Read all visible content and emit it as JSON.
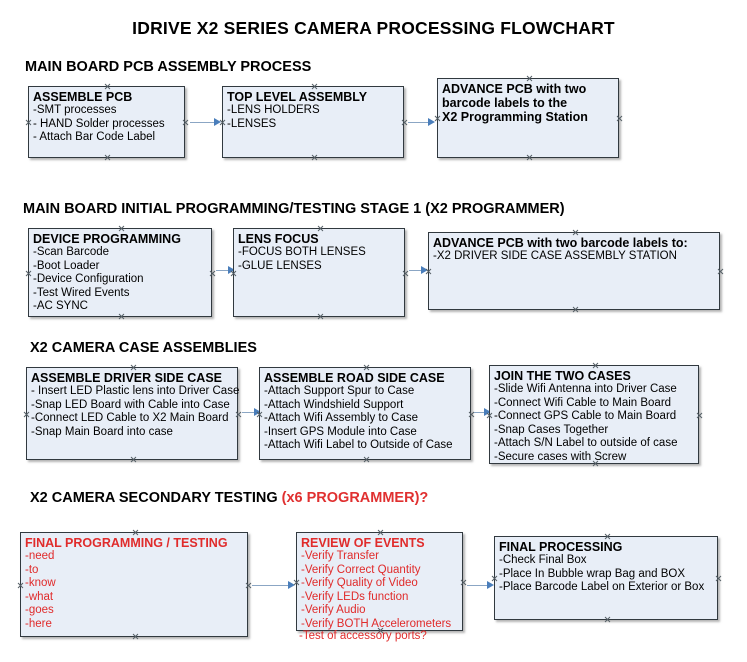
{
  "document": {
    "title": "IDRIVE X2  SERIES CAMERA PROCESSING FLOWCHART"
  },
  "colors": {
    "node_fill": "#e8eef7",
    "node_border": "#31393f",
    "connector": "#8ba6c4",
    "arrow": "#4a7ebb",
    "red_accent": "#e02b2b",
    "text": "#000000"
  },
  "sections": [
    {
      "id": "main-board-pcb-assembly-process",
      "header": "MAIN BOARD PCB ASSEMBLY PROCESS",
      "header_accent": "",
      "nodes": [
        {
          "id": "assemble-pcb",
          "title": "ASSEMBLE PCB",
          "lines": [
            "-SMT processes",
            "- HAND Solder processes",
            "- Attach Bar Code Label"
          ]
        },
        {
          "id": "top-level-assembly",
          "title": "TOP LEVEL ASSEMBLY",
          "lines": [
            "-LENS HOLDERS",
            "-LENSES"
          ]
        },
        {
          "id": "advance-pcb-to-x2-programming-station",
          "title": "ADVANCE PCB with two\nbarcode labels to the\n X2 Programming Station",
          "lines": []
        }
      ]
    },
    {
      "id": "main-board-initial-programming-testing-stage-1",
      "header": "MAIN BOARD INITIAL PROGRAMMING/TESTING STAGE 1 (X2 PROGRAMMER)",
      "header_accent": "",
      "nodes": [
        {
          "id": "device-programming",
          "title": "DEVICE PROGRAMMING",
          "lines": [
            "-Scan Barcode",
            "-Boot Loader",
            "-Device Configuration",
            "-Test Wired Events",
            "-AC SYNC"
          ]
        },
        {
          "id": "lens-focus",
          "title": "LENS FOCUS",
          "lines": [
            "-FOCUS BOTH LENSES",
            "-GLUE LENSES"
          ]
        },
        {
          "id": "advance-pcb-to-driver-side-case-assembly",
          "title": "ADVANCE PCB with two barcode labels to:",
          "lines": [
            "-X2 DRIVER  SIDE  CASE  ASSEMBLY STATION"
          ]
        }
      ]
    },
    {
      "id": "x2-camera-case-assemblies",
      "header": "X2 CAMERA CASE ASSEMBLIES",
      "header_accent": "",
      "nodes": [
        {
          "id": "assemble-driver-side-case",
          "title": "ASSEMBLE DRIVER SIDE CASE",
          "lines": [
            "- Insert LED Plastic lens into Driver Case",
            "-Snap LED Board with Cable into Case",
            "-Connect LED Cable to X2 Main Board",
            "-Snap Main Board into case"
          ]
        },
        {
          "id": "assemble-road-side-case",
          "title": "ASSEMBLE ROAD SIDE CASE",
          "lines": [
            "-Attach Support Spur to Case",
            "-Attach Windshield Support",
            "-Attach Wifi Assembly to Case",
            "-Insert GPS Module into Case",
            "-Attach Wifi Label to Outside of Case"
          ]
        },
        {
          "id": "join-the-two-cases",
          "title": "JOIN THE TWO CASES",
          "lines": [
            "-Slide Wifi Antenna into Driver Case",
            "-Connect Wifi Cable to Main Board",
            "-Connect GPS Cable to Main Board",
            "-Snap Cases Together",
            "-Attach S/N Label to outside of case",
            "-Secure cases with Screw"
          ]
        }
      ]
    },
    {
      "id": "x2-camera-secondary-testing",
      "header": "X2 CAMERA SECONDARY TESTING ",
      "header_accent": "(x6 PROGRAMMER)?",
      "nodes": [
        {
          "id": "final-programming-testing",
          "title": "FINAL PROGRAMMING / TESTING",
          "lines": [
            "-need",
            "-to",
            "-know",
            "-what",
            "-goes",
            "-here"
          ]
        },
        {
          "id": "review-of-events",
          "title": "REVIEW OF EVENTS",
          "lines": [
            "-Verify Transfer",
            "-Verify Correct Quantity",
            "-Verify Quality of Video",
            "-Verify LEDs function",
            "-Verify Audio",
            "-Verify BOTH Accelerometers"
          ],
          "overflow_line": "-Test of accessory ports?"
        },
        {
          "id": "final-processing",
          "title": "FINAL PROCESSING",
          "lines": [
            " -Check Final Box",
            "-Place In Bubble wrap Bag and BOX",
            "-Place Barcode Label on Exterior or Box"
          ]
        }
      ]
    }
  ]
}
